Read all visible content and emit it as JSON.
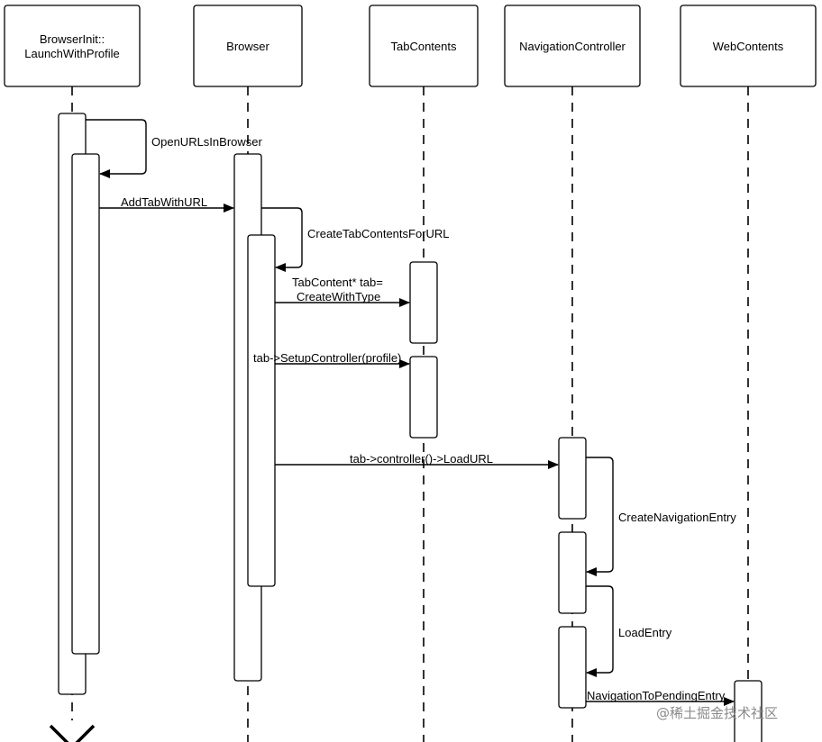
{
  "participants": [
    {
      "id": "browserinit",
      "lines": [
        "BrowserInit::",
        "LaunchWithProfile"
      ]
    },
    {
      "id": "browser",
      "lines": [
        "Browser"
      ]
    },
    {
      "id": "tabcontents",
      "lines": [
        "TabContents"
      ]
    },
    {
      "id": "navcontroller",
      "lines": [
        "NavigationController"
      ]
    },
    {
      "id": "webcontents",
      "lines": [
        "WebContents"
      ]
    }
  ],
  "messages": [
    {
      "id": "open-urls",
      "from": "browserinit",
      "to": "browserinit",
      "lines": [
        "OpenURLsInBrowser"
      ]
    },
    {
      "id": "add-tab",
      "from": "browserinit",
      "to": "browser",
      "lines": [
        "AddTabWithURL"
      ]
    },
    {
      "id": "create-tab-contents",
      "from": "browser",
      "to": "browser",
      "lines": [
        "CreateTabContentsForURL"
      ]
    },
    {
      "id": "create-with-type",
      "from": "browser",
      "to": "tabcontents",
      "lines": [
        "TabContent* tab=",
        "CreateWithType"
      ]
    },
    {
      "id": "setup-controller",
      "from": "browser",
      "to": "tabcontents",
      "lines": [
        "tab->SetupController(profile)"
      ]
    },
    {
      "id": "load-url",
      "from": "browser",
      "to": "navcontroller",
      "lines": [
        "tab->controller()->LoadURL"
      ]
    },
    {
      "id": "create-nav-entry",
      "from": "navcontroller",
      "to": "navcontroller",
      "lines": [
        "CreateNavigationEntry"
      ]
    },
    {
      "id": "load-entry",
      "from": "navcontroller",
      "to": "navcontroller",
      "lines": [
        "LoadEntry"
      ]
    },
    {
      "id": "nav-to-pending",
      "from": "navcontroller",
      "to": "webcontents",
      "lines": [
        "NavigationToPendingEntry"
      ]
    }
  ],
  "watermark": "@稀土掘金技术社区"
}
